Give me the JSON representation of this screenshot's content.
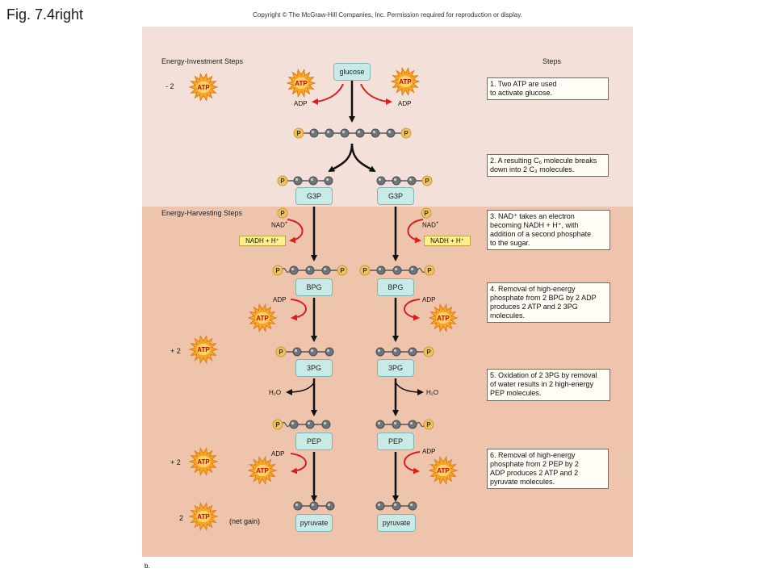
{
  "fig_title": "Fig. 7.4right",
  "copyright": "Copyright © The McGraw-Hill Companies, Inc. Permission required for reproduction or display.",
  "investment_label": "Energy-Investment Steps",
  "harvesting_label": "Energy-Harvesting Steps",
  "steps_heading": "Steps",
  "atp_label": "ATP",
  "adp_label": "ADP",
  "p_label": "P",
  "nad_label": "NAD",
  "nad_sup": "+",
  "nadh_label": "NADH + H⁺",
  "water_label": "H₂O",
  "molecules": {
    "glucose": "glucose",
    "g3p": "G3P",
    "bpg": "BPG",
    "pg3": "3PG",
    "pep": "PEP",
    "pyruvate": "pyruvate"
  },
  "side_counts": {
    "minus2": "- 2",
    "plus2a": "+ 2",
    "plus2b": "+ 2",
    "net": "2",
    "net_gain": "(net gain)"
  },
  "steps": [
    "1. Two ATP are used\n    to activate glucose.",
    "2. A resulting C₆ molecule breaks\n    down into 2 C₃ molecules.",
    "3. NAD⁺ takes an electron\n    becoming NADH + H⁺, with\n    addition of a second phosphate\n    to the sugar.",
    "4. Removal of high-energy\n    phosphate from 2 BPG by 2 ADP\n    produces 2 ATP  and 2 3PG\n    molecules.",
    "5. Oxidation of 2 3PG by removal\n    of water results in 2 high-energy\n    PEP molecules.",
    "6. Removal of high-energy\n    phosphate from 2 PEP by 2\n    ADP produces 2 ATP and 2\n    pyruvate  molecules."
  ],
  "panel_letter": "b.",
  "colors": {
    "investment_bg": "#f3e1d9",
    "harvesting_bg": "#eec4ad",
    "atp_star": "#f5a623",
    "atp_text": "#c40000",
    "molecule_box": "#c9ebe8",
    "nadh_box": "#fdf08a",
    "red_arrow": "#d62020",
    "phosphate": "#f3c35a"
  }
}
